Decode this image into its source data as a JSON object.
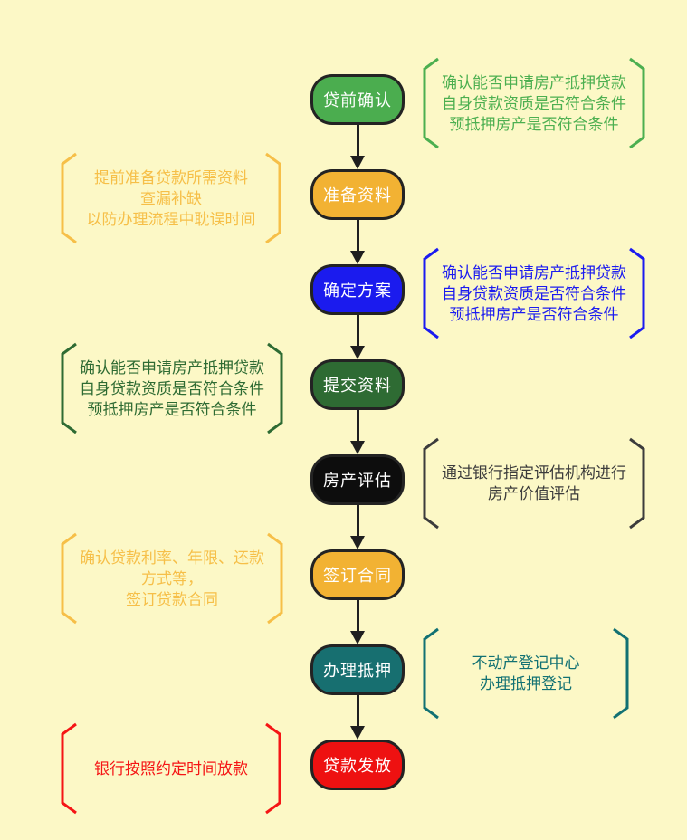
{
  "canvas": {
    "background": "#FCF8C6",
    "arrow_color": "#1F1F1F",
    "node_border_color": "#232323",
    "node_text_color": "#FFFFFF"
  },
  "flow": {
    "steps": [
      {
        "id": "pre-loan-confirmation",
        "label": "贷前确认",
        "fill": "#4BAD4F",
        "note": {
          "side": "right",
          "color": "#4CAF50",
          "lines": [
            "确认能否申请房产抵押贷款",
            "自身贷款资质是否符合条件",
            "预抵押房产是否符合条件"
          ]
        }
      },
      {
        "id": "prepare-materials",
        "label": "准备资料",
        "fill": "#F2B233",
        "note": {
          "side": "left",
          "color": "#F6BF48",
          "lines": [
            "提前准备贷款所需资料",
            "查漏补缺",
            "以防办理流程中耽误时间"
          ]
        }
      },
      {
        "id": "determine-plan",
        "label": "确定方案",
        "fill": "#1B1BEE",
        "note": {
          "side": "right",
          "color": "#1B1BF0",
          "lines": [
            "确认能否申请房产抵押贷款",
            "自身贷款资质是否符合条件",
            "预抵押房产是否符合条件"
          ]
        }
      },
      {
        "id": "submit-materials",
        "label": "提交资料",
        "fill": "#2E6B33",
        "note": {
          "side": "left",
          "color": "#2E6B33",
          "lines": [
            "确认能否申请房产抵押贷款",
            "自身贷款资质是否符合条件",
            "预抵押房产是否符合条件"
          ]
        }
      },
      {
        "id": "property-appraisal",
        "label": "房产评估",
        "fill": "#0D0D0D",
        "note": {
          "side": "right",
          "color": "#3C3C3C",
          "lines": [
            "通过银行指定评估机构进行",
            "房产价值评估"
          ]
        }
      },
      {
        "id": "sign-contract",
        "label": "签订合同",
        "fill": "#F2B233",
        "note": {
          "side": "left",
          "color": "#F6BF48",
          "lines": [
            "确认贷款利率、年限、还款",
            "方式等，",
            "签订贷款合同"
          ]
        }
      },
      {
        "id": "register-mortgage",
        "label": "办理抵押",
        "fill": "#176F70",
        "note": {
          "side": "right",
          "color": "#127173",
          "lines": [
            "不动产登记中心",
            "办理抵押登记"
          ]
        }
      },
      {
        "id": "loan-disbursement",
        "label": "贷款发放",
        "fill": "#EE1111",
        "note": {
          "side": "left",
          "color": "#F51515",
          "lines": [
            "银行按照约定时间放款"
          ]
        }
      }
    ]
  }
}
